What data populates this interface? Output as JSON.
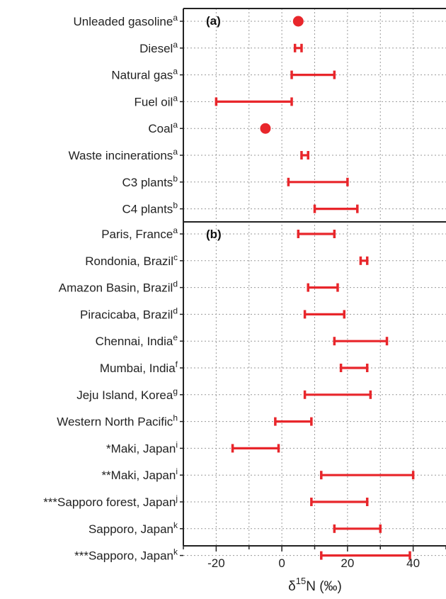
{
  "chart_data": {
    "type": "range",
    "xlabel": "δ15N (‰)",
    "xlim": [
      -30,
      50
    ],
    "xticks": [
      -20,
      0,
      20,
      40
    ],
    "grid": true,
    "color": "#e8262b",
    "panels": [
      {
        "label": "(a)",
        "items": [
          {
            "name": "Unleaded gasoline",
            "sup": "a",
            "kind": "point",
            "value": 5
          },
          {
            "name": "Diesel",
            "sup": "a",
            "kind": "range",
            "min": 4,
            "max": 6
          },
          {
            "name": "Natural gas",
            "sup": "a",
            "kind": "range",
            "min": 3,
            "max": 16
          },
          {
            "name": "Fuel oil",
            "sup": "a",
            "kind": "range",
            "min": -20,
            "max": 3
          },
          {
            "name": "Coal",
            "sup": "a",
            "kind": "point",
            "value": -5
          },
          {
            "name": "Waste incinerations",
            "sup": "a",
            "kind": "range",
            "min": 6,
            "max": 8
          },
          {
            "name": "C3 plants",
            "sup": "b",
            "kind": "range",
            "min": 2,
            "max": 20
          },
          {
            "name": "C4 plants",
            "sup": "b",
            "kind": "range",
            "min": 10,
            "max": 23
          }
        ]
      },
      {
        "label": "(b)",
        "items": [
          {
            "name": "Paris, France",
            "sup": "a",
            "kind": "range",
            "min": 5,
            "max": 16
          },
          {
            "name": "Rondonia, Brazil",
            "sup": "c",
            "kind": "range",
            "min": 24,
            "max": 26
          },
          {
            "name": "Amazon Basin, Brazil",
            "sup": "d",
            "kind": "range",
            "min": 8,
            "max": 17
          },
          {
            "name": "Piracicaba, Brazil",
            "sup": "d",
            "kind": "range",
            "min": 7,
            "max": 19
          },
          {
            "name": "Chennai, India",
            "sup": "e",
            "kind": "range",
            "min": 16,
            "max": 32
          },
          {
            "name": "Mumbai, India",
            "sup": "f",
            "kind": "range",
            "min": 18,
            "max": 26
          },
          {
            "name": "Jeju Island, Korea",
            "sup": "g",
            "kind": "range",
            "min": 7,
            "max": 27
          },
          {
            "name": "Western North Pacific",
            "sup": "h",
            "kind": "range",
            "min": -2,
            "max": 9
          },
          {
            "name": "*Maki, Japan",
            "sup": "i",
            "kind": "range",
            "min": -15,
            "max": -1
          },
          {
            "name": "**Maki, Japan",
            "sup": "i",
            "kind": "range",
            "min": 12,
            "max": 40
          },
          {
            "name": "***Sapporo forest, Japan",
            "sup": "j",
            "kind": "range",
            "min": 9,
            "max": 26
          },
          {
            "name": "Sapporo, Japan",
            "sup": "k",
            "kind": "range",
            "min": 16,
            "max": 30
          },
          {
            "name": "***Sapporo, Japan",
            "sup": "k",
            "kind": "range",
            "min": 12,
            "max": 39
          }
        ]
      }
    ]
  }
}
